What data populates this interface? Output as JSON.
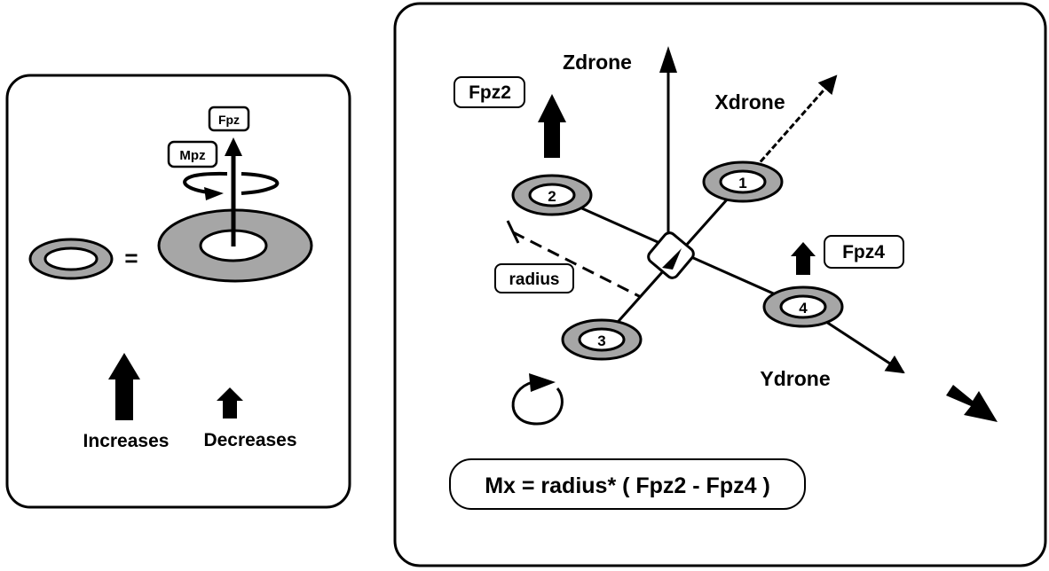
{
  "legend": {
    "fpz": "Fpz",
    "mpz": "Mpz",
    "equals": "=",
    "increases": "Increases",
    "decreases": "Decreases"
  },
  "main": {
    "zdrone": "Zdrone",
    "xdrone": "Xdrone",
    "ydrone": "Ydrone",
    "fpz2": "Fpz2",
    "fpz4": "Fpz4",
    "radius": "radius",
    "rotor_labels": [
      "1",
      "2",
      "3",
      "4"
    ],
    "formula": "Mx = radius* ( Fpz2 - Fpz4 )"
  },
  "colors": {
    "ring": "#a6a6a6",
    "stroke": "#000000",
    "background": "#ffffff"
  }
}
